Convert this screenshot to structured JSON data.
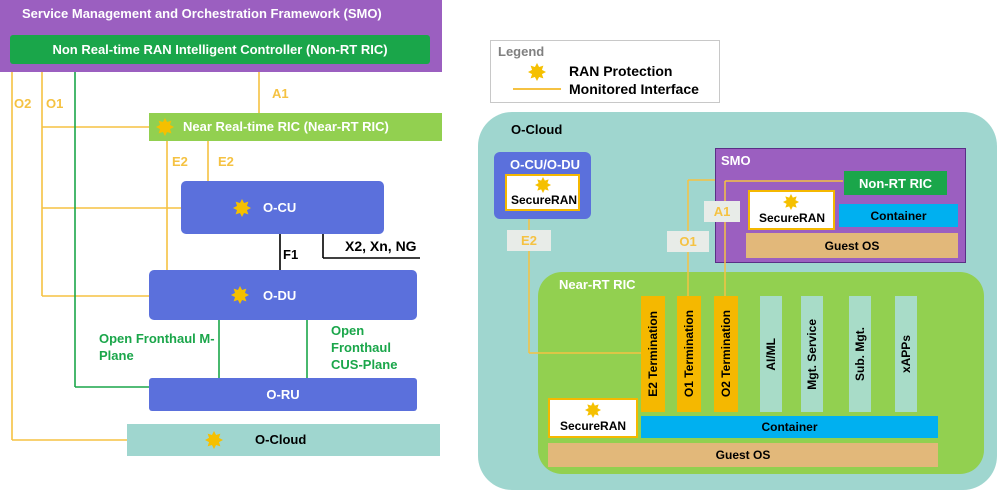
{
  "left_diagram": {
    "smo_title": "Service Management and Orchestration Framework (SMO)",
    "nonrt_ric": "Non Real-time RAN Intelligent Controller (Non-RT RIC)",
    "near_rt_ric": "Near Real-time RIC (Near-RT RIC)",
    "o_cu": "O-CU",
    "o_du": "O-DU",
    "o_ru": "O-RU",
    "o_cloud": "O-Cloud",
    "if_o2": "O2",
    "if_o1": "O1",
    "if_a1": "A1",
    "if_e2_a": "E2",
    "if_e2_b": "E2",
    "if_f1": "F1",
    "if_x2": "X2, Xn, NG",
    "fh_m_plane": "Open Fronthaul M-Plane",
    "fh_cus_plane": "Open Fronthaul CUS-Plane"
  },
  "legend": {
    "title": "Legend",
    "protection": "RAN Protection",
    "interface": "Monitored Interface"
  },
  "right_diagram": {
    "o_cloud": "O-Cloud",
    "ocu_odu": "O-CU/O-DU",
    "secureran_1": "SecureRAN",
    "smo": "SMO",
    "nonrt_ric": "Non-RT RIC",
    "secureran_2": "SecureRAN",
    "container_smo": "Container",
    "guest_os_smo": "Guest OS",
    "if_a1": "A1",
    "if_o1": "O1",
    "if_e2": "E2",
    "near_rt_ric": "Near-RT RIC",
    "terminations": [
      "E2 Termination",
      "O1 Termination",
      "O2 Termination"
    ],
    "services": [
      "AI/ML",
      "Mgt. Service",
      "Sub. Mgt.",
      "xAPPs"
    ],
    "secureran_3": "SecureRAN",
    "container_ric": "Container",
    "guest_os_ric": "Guest OS"
  },
  "colors": {
    "smo_purple": "#9b5fc0",
    "ric_green": "#1aa64a",
    "near_rt_green": "#92d050",
    "oran_blue": "#5b70dc",
    "cloud_teal": "#9fd6cf",
    "interface_yellow": "#f5c242",
    "container_blue": "#00b0f0",
    "guest_os_tan": "#e2b87a",
    "termination_orange": "#f5b800",
    "service_teal": "#a8dcc8",
    "sun_yellow": "#f5c000"
  },
  "icons": [
    "ran-protection-sun-icon"
  ]
}
